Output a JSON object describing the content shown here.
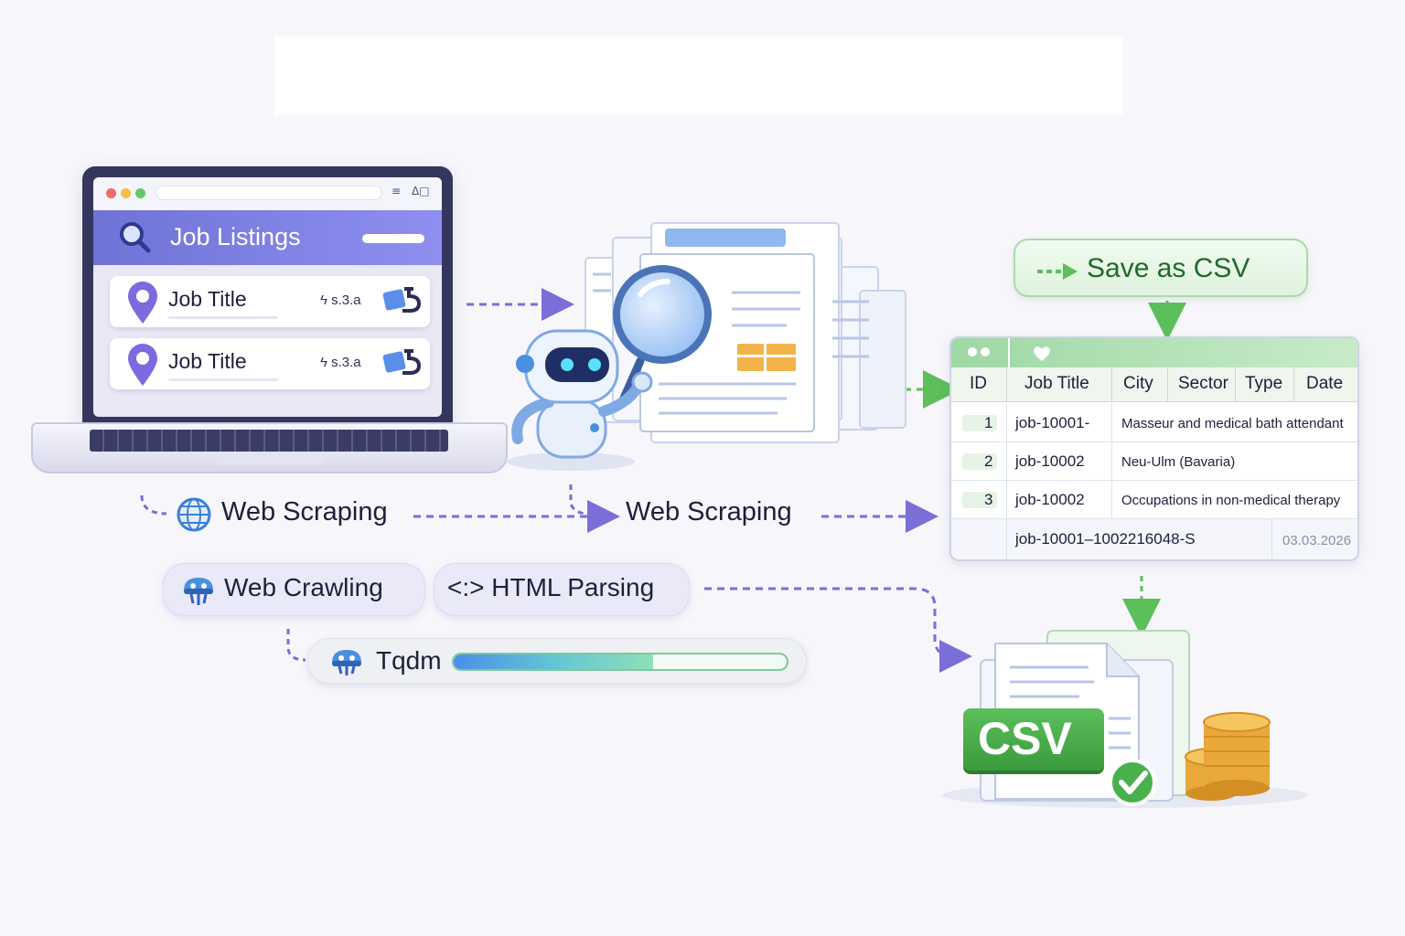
{
  "laptop": {
    "header_title": "Job Listings",
    "cards": [
      {
        "title": "Job Title",
        "meta": "ϟ s.3.a",
        "icon": "map-pin-icon"
      },
      {
        "title": "Job Title",
        "meta": "ϟ s.3.a",
        "icon": "map-pin-icon"
      }
    ],
    "bar_icons": [
      "≡",
      "Δ□"
    ]
  },
  "labels": {
    "web_scraping_left": "Web Scraping",
    "web_scraping_right": "Web Scraping",
    "web_crawling": "Web Crawling",
    "html_parsing": "<:> HTML Parsing",
    "tqdm": "Tqdm"
  },
  "progress": {
    "fraction": 0.6
  },
  "save_button": {
    "label": "Save as CSV"
  },
  "table": {
    "headers": [
      "ID",
      "Job Title",
      "City",
      "Sector",
      "Type",
      "Date"
    ],
    "rows": [
      {
        "id": "1",
        "job": "job-10001-",
        "detail": "Masseur and medical bath attendant"
      },
      {
        "id": "2",
        "job": "job-10002",
        "detail": "Neu-Ulm (Bavaria)"
      },
      {
        "id": "3",
        "job": "job-10002",
        "detail": "Occupations in non-medical therapy"
      }
    ],
    "footer": {
      "job": "job-10001–1002216048-S",
      "date": "03.03.2026"
    }
  },
  "csv_badge": {
    "label": "CSV"
  },
  "colors": {
    "accent_purple": "#7a6fd8",
    "accent_green": "#5cbf5a",
    "coin_gold": "#e8a93a",
    "robot_blue": "#4a8fe0"
  }
}
